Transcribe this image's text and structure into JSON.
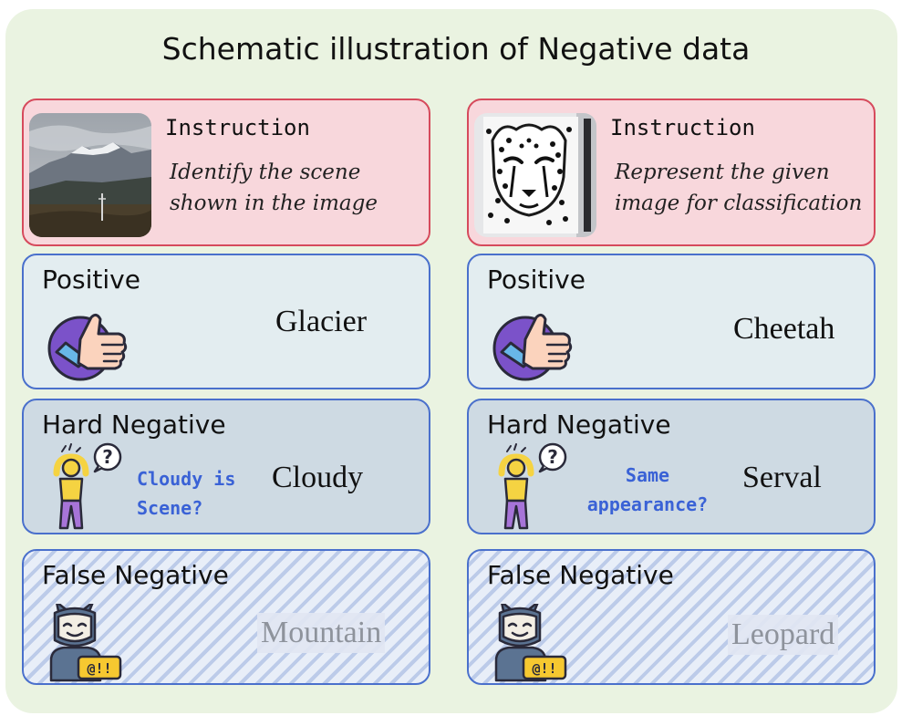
{
  "title": "Schematic illustration of Negative data",
  "columns": [
    {
      "instruction_label": "Instruction",
      "instruction_text": "Identify the scene shown in the image",
      "positive": {
        "label": "Positive",
        "answer": "Glacier"
      },
      "hard_negative": {
        "label": "Hard  Negative",
        "answer": "Cloudy",
        "question_line1": "Cloudy is",
        "question_line2": "Scene?"
      },
      "false_negative": {
        "label": "False Negative",
        "answer": "Mountain"
      }
    },
    {
      "instruction_label": "Instruction",
      "instruction_text": "Represent the given image for classification",
      "positive": {
        "label": "Positive",
        "answer": "Cheetah"
      },
      "hard_negative": {
        "label": "Hard  Negative",
        "answer": "Serval",
        "question_line1": "Same",
        "question_line2": "appearance?"
      },
      "false_negative": {
        "label": "False Negative",
        "answer": "Leopard"
      }
    }
  ],
  "icons": {
    "thumbs_up": "thumbs-up-icon",
    "confused": "confused-person-icon",
    "false_negative": "masked-person-icon",
    "speech_badge_text": "@!!",
    "question_mark": "?"
  },
  "colors": {
    "panel": "#eaf3e1",
    "instruction_fill": "#f8d7dc",
    "instruction_border": "#d64a5c",
    "positive_fill": "#e3edf0",
    "hard_fill": "#cedae3",
    "box_border": "#4a70cc",
    "question_text": "#3a62d6"
  }
}
